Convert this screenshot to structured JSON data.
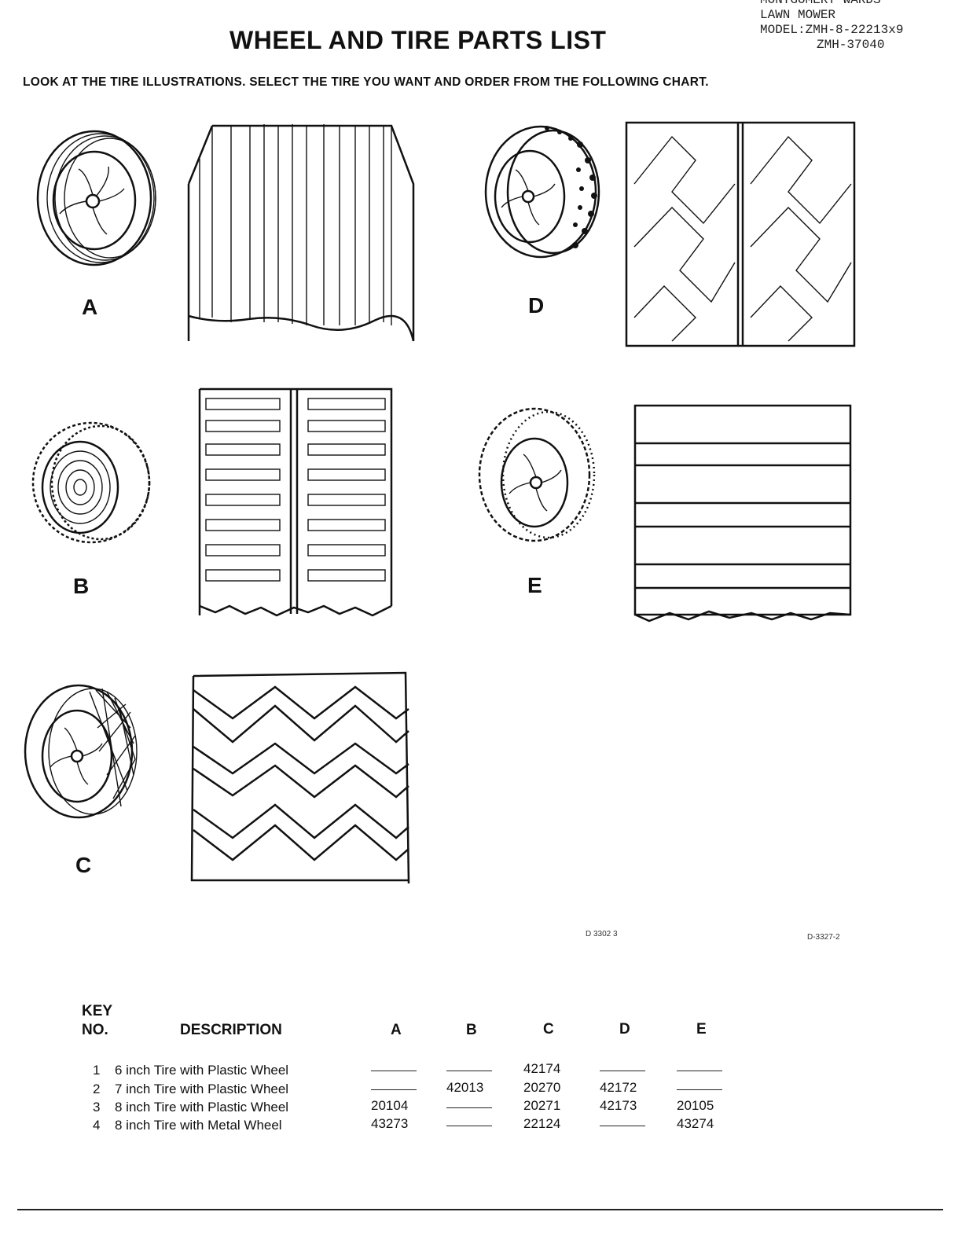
{
  "header": {
    "brand_lines": [
      "MONTGOMERY WARDS",
      "LAWN MOWER",
      "MODEL:ZMH-8-22213x9",
      "ZMH-37040"
    ],
    "title": "WHEEL AND TIRE PARTS LIST",
    "instruction": "LOOK AT THE TIRE ILLUSTRATIONS. SELECT THE TIRE YOU WANT AND ORDER FROM THE FOLLOWING CHART."
  },
  "figures": [
    {
      "letter": "A",
      "tread_pattern": "vertical-ribs"
    },
    {
      "letter": "B",
      "tread_pattern": "horizontal-bars"
    },
    {
      "letter": "C",
      "tread_pattern": "zigzag-chevrons"
    },
    {
      "letter": "D",
      "tread_pattern": "diamond-blocks"
    },
    {
      "letter": "E",
      "tread_pattern": "horizontal-grooves"
    }
  ],
  "drawing_codes": [
    "D 3302 3",
    "D-3327-2"
  ],
  "table": {
    "headers": {
      "key_line1": "KEY",
      "key_line2": "NO.",
      "description": "DESCRIPTION",
      "cols": [
        "A",
        "B",
        "C",
        "D",
        "E"
      ]
    },
    "empty_marker": "--------",
    "rows": [
      {
        "key": "1",
        "description": "6 inch Tire with Plastic Wheel",
        "values": [
          "",
          "",
          "42174",
          "",
          ""
        ]
      },
      {
        "key": "2",
        "description": "7 inch Tire with Plastic Wheel",
        "values": [
          "",
          "42013",
          "20270",
          "42172",
          ""
        ]
      },
      {
        "key": "3",
        "description": "8 inch Tire with Plastic Wheel",
        "values": [
          "20104",
          "",
          "20271",
          "42173",
          "20105"
        ]
      },
      {
        "key": "4",
        "description": "8 inch Tire with Metal Wheel",
        "values": [
          "43273",
          "",
          "22124",
          "",
          "43274"
        ]
      }
    ]
  }
}
